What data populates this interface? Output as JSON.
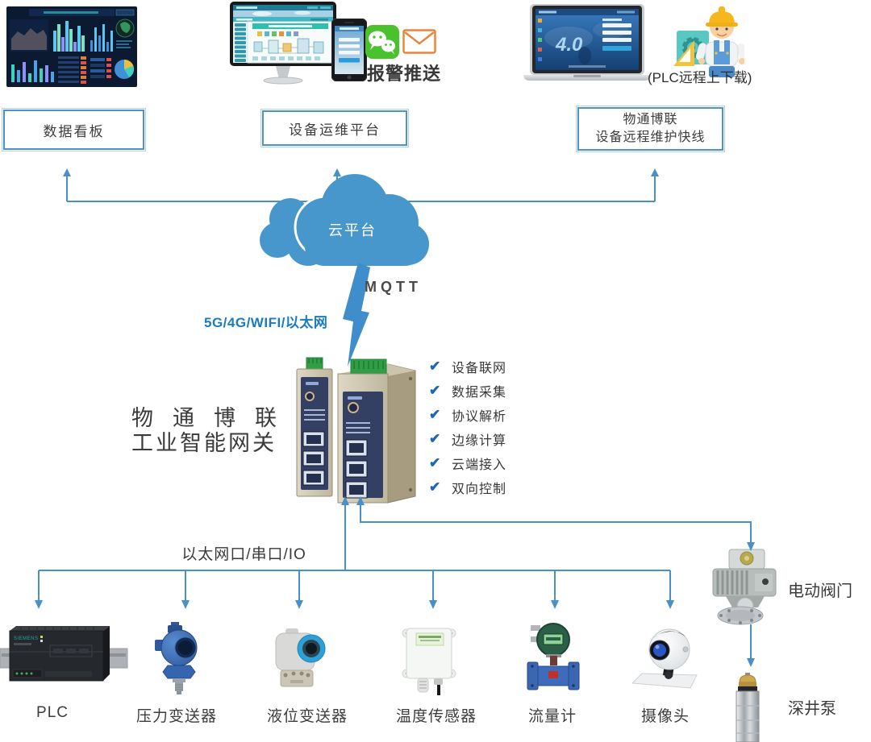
{
  "top_row": {
    "dashboard_box": "数据看板",
    "ops_box": "设备运维平台",
    "remote_box_line1": "物通博联",
    "remote_box_line2": "设备远程维护快线",
    "alarm_push": "报警推送",
    "plc_remote": "(PLC远程上下载)"
  },
  "cloud": {
    "label": "云平台",
    "protocol": "MQTT",
    "uplink": "5G/4G/WIFI/以太网"
  },
  "gateway": {
    "title_line1": "物通博联",
    "title_line2": "工业智能网关",
    "check_glyph": "✔",
    "features": [
      "设备联网",
      "数据采集",
      "协议解析",
      "边缘计算",
      "云端接入",
      "双向控制"
    ]
  },
  "downlink": {
    "bus_label": "以太网口/串口/IO",
    "devices": [
      "PLC",
      "压力变送器",
      "液位变送器",
      "温度传感器",
      "流量计",
      "摄像头"
    ],
    "valve": "电动阀门",
    "pump": "深井泵"
  },
  "colors": {
    "connector": "#4a90c8",
    "cloud": "#4796cc",
    "uplink_text": "#1a7bbf",
    "check": "#1b66b5",
    "box_border": "#4e92c8",
    "wechat_green": "#4ac22e",
    "mail_orange": "#e8833a"
  },
  "icons": [
    "cloud-icon",
    "lightning-bolt-icon",
    "wechat-icon",
    "mail-icon",
    "checkmark-icon",
    "worker-icon",
    "dashboard-image",
    "monitor-image",
    "phone-image",
    "laptop-image",
    "gateway-image",
    "plc-image",
    "pressure-transmitter-image",
    "level-transmitter-image",
    "temperature-sensor-image",
    "flow-meter-image",
    "camera-image",
    "electric-valve-image",
    "deep-well-pump-image"
  ]
}
